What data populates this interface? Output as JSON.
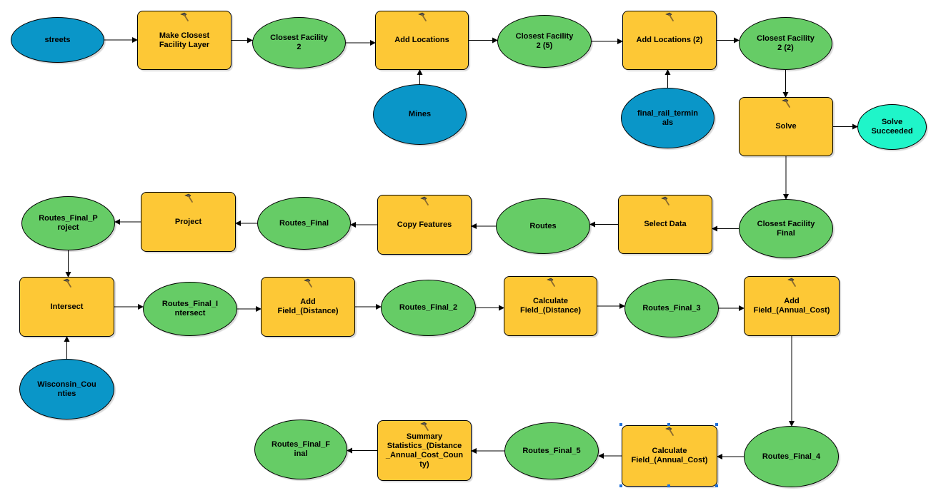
{
  "diagram": {
    "inputs": [
      {
        "id": "streets",
        "label": "streets"
      },
      {
        "id": "mines",
        "label": "Mines"
      },
      {
        "id": "final_rail_terminals",
        "label": "final_rail_termin\nals"
      },
      {
        "id": "wisconsin_counties",
        "label": "Wisconsin_Cou\nnties"
      }
    ],
    "tools": [
      {
        "id": "make_closest_facility_layer",
        "label": "Make Closest\nFacility Layer"
      },
      {
        "id": "add_locations",
        "label": "Add Locations"
      },
      {
        "id": "add_locations_2",
        "label": "Add Locations (2)"
      },
      {
        "id": "solve",
        "label": "Solve"
      },
      {
        "id": "select_data",
        "label": "Select Data"
      },
      {
        "id": "copy_features",
        "label": "Copy Features"
      },
      {
        "id": "project",
        "label": "Project"
      },
      {
        "id": "intersect",
        "label": "Intersect"
      },
      {
        "id": "add_field_distance",
        "label": "Add\nField_(Distance)"
      },
      {
        "id": "calculate_field_distance",
        "label": "Calculate\nField_(Distance)"
      },
      {
        "id": "add_field_annual_cost",
        "label": "Add\nField_(Annual_Cost)"
      },
      {
        "id": "calculate_field_annual_cost",
        "label": "Calculate\nField_(Annual_Cost)"
      },
      {
        "id": "summary_statistics",
        "label": "Summary\nStatistics_(Distance\n_Annual_Cost_Coun\nty)"
      }
    ],
    "derived": [
      {
        "id": "closest_facility_2",
        "label": "Closest Facility\n2"
      },
      {
        "id": "closest_facility_2_5",
        "label": "Closest Facility\n2 (5)"
      },
      {
        "id": "closest_facility_2_2",
        "label": "Closest Facility\n2 (2)"
      },
      {
        "id": "closest_facility_final",
        "label": "Closest Facility\nFinal"
      },
      {
        "id": "routes",
        "label": "Routes"
      },
      {
        "id": "routes_final",
        "label": "Routes_Final"
      },
      {
        "id": "routes_final_project",
        "label": "Routes_Final_P\nroject"
      },
      {
        "id": "routes_final_intersect",
        "label": "Routes_Final_I\nntersect"
      },
      {
        "id": "routes_final_2",
        "label": "Routes_Final_2"
      },
      {
        "id": "routes_final_3",
        "label": "Routes_Final_3"
      },
      {
        "id": "routes_final_4",
        "label": "Routes_Final_4"
      },
      {
        "id": "routes_final_5",
        "label": "Routes_Final_5"
      },
      {
        "id": "routes_final_final",
        "label": "Routes_Final_F\ninal"
      }
    ],
    "status": [
      {
        "id": "solve_succeeded",
        "label": "Solve\nSucceeded"
      }
    ],
    "connections": [
      [
        "streets",
        "make_closest_facility_layer"
      ],
      [
        "make_closest_facility_layer",
        "closest_facility_2"
      ],
      [
        "closest_facility_2",
        "add_locations"
      ],
      [
        "mines",
        "add_locations"
      ],
      [
        "add_locations",
        "closest_facility_2_5"
      ],
      [
        "closest_facility_2_5",
        "add_locations_2"
      ],
      [
        "final_rail_terminals",
        "add_locations_2"
      ],
      [
        "add_locations_2",
        "closest_facility_2_2"
      ],
      [
        "closest_facility_2_2",
        "solve"
      ],
      [
        "solve",
        "solve_succeeded"
      ],
      [
        "solve",
        "closest_facility_final"
      ],
      [
        "closest_facility_final",
        "select_data"
      ],
      [
        "select_data",
        "routes"
      ],
      [
        "routes",
        "copy_features"
      ],
      [
        "copy_features",
        "routes_final"
      ],
      [
        "routes_final",
        "project"
      ],
      [
        "project",
        "routes_final_project"
      ],
      [
        "routes_final_project",
        "intersect"
      ],
      [
        "wisconsin_counties",
        "intersect"
      ],
      [
        "intersect",
        "routes_final_intersect"
      ],
      [
        "routes_final_intersect",
        "add_field_distance"
      ],
      [
        "add_field_distance",
        "routes_final_2"
      ],
      [
        "routes_final_2",
        "calculate_field_distance"
      ],
      [
        "calculate_field_distance",
        "routes_final_3"
      ],
      [
        "routes_final_3",
        "add_field_annual_cost"
      ],
      [
        "add_field_annual_cost",
        "routes_final_4"
      ],
      [
        "routes_final_4",
        "calculate_field_annual_cost"
      ],
      [
        "calculate_field_annual_cost",
        "routes_final_5"
      ],
      [
        "routes_final_5",
        "summary_statistics"
      ],
      [
        "summary_statistics",
        "routes_final_final"
      ]
    ],
    "selected": "calculate_field_annual_cost",
    "colors": {
      "tool": "#fdc836",
      "input": "#0a96c8",
      "derived": "#66cc66",
      "status": "#1ff5c9",
      "connector": "#000000",
      "selection": "#1e6fd9"
    },
    "tool_icon": "hammer-icon"
  }
}
